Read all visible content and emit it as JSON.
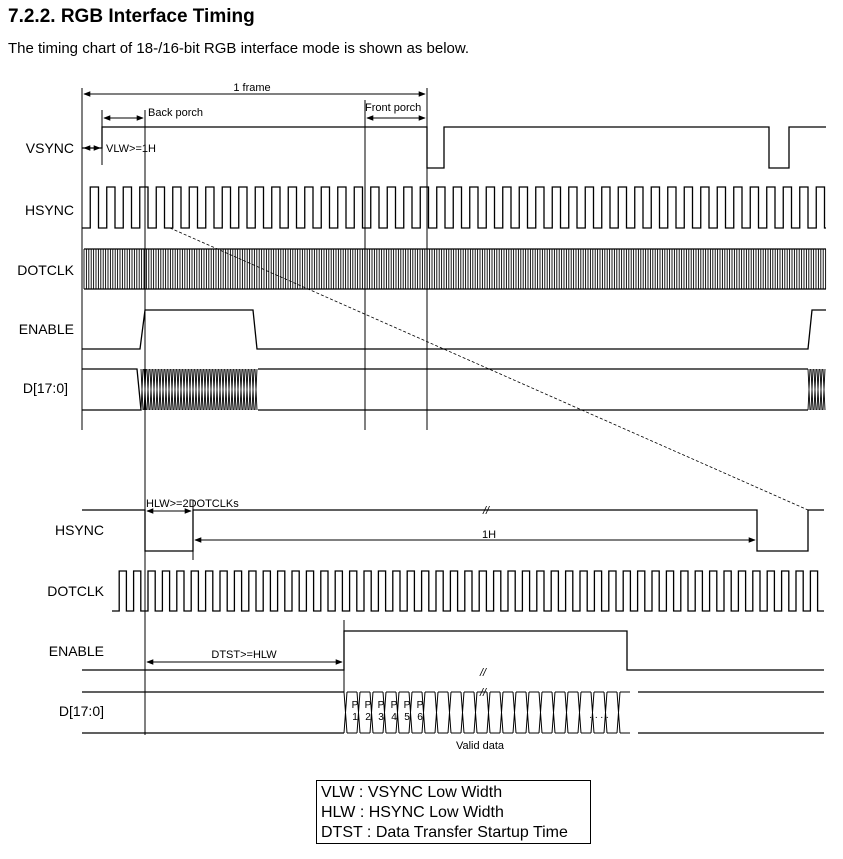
{
  "heading": "7.2.2.  RGB Interface Timing",
  "intro": "The timing chart of 18-/16-bit RGB interface mode is shown as below.",
  "top_chart": {
    "signals": [
      "VSYNC",
      "HSYNC",
      "DOTCLK",
      "ENABLE",
      "D[17:0]"
    ],
    "frame_label": "1 frame",
    "back_porch_label": "Back porch",
    "front_porch_label": "Front porch",
    "vlw_label": "VLW>=1H"
  },
  "bottom_chart": {
    "signals": [
      "HSYNC",
      "DOTCLK",
      "ENABLE",
      "D[17:0]"
    ],
    "hlw_label": "HLW>=2DOTCLKs",
    "h_label": "1H",
    "dtst_label": "DTST>=HLW",
    "break_mark": "//",
    "pixels": [
      [
        "P",
        "1"
      ],
      [
        "P",
        "2"
      ],
      [
        "P",
        "3"
      ],
      [
        "P",
        "4"
      ],
      [
        "P",
        "5"
      ],
      [
        "P",
        "6"
      ]
    ],
    "ellipsis": ". . . .",
    "valid_data_label": "Valid data"
  },
  "legend": [
    "VLW : VSYNC Low Width",
    "HLW : HSYNC Low Width",
    "DTST : Data Transfer Startup Time"
  ]
}
